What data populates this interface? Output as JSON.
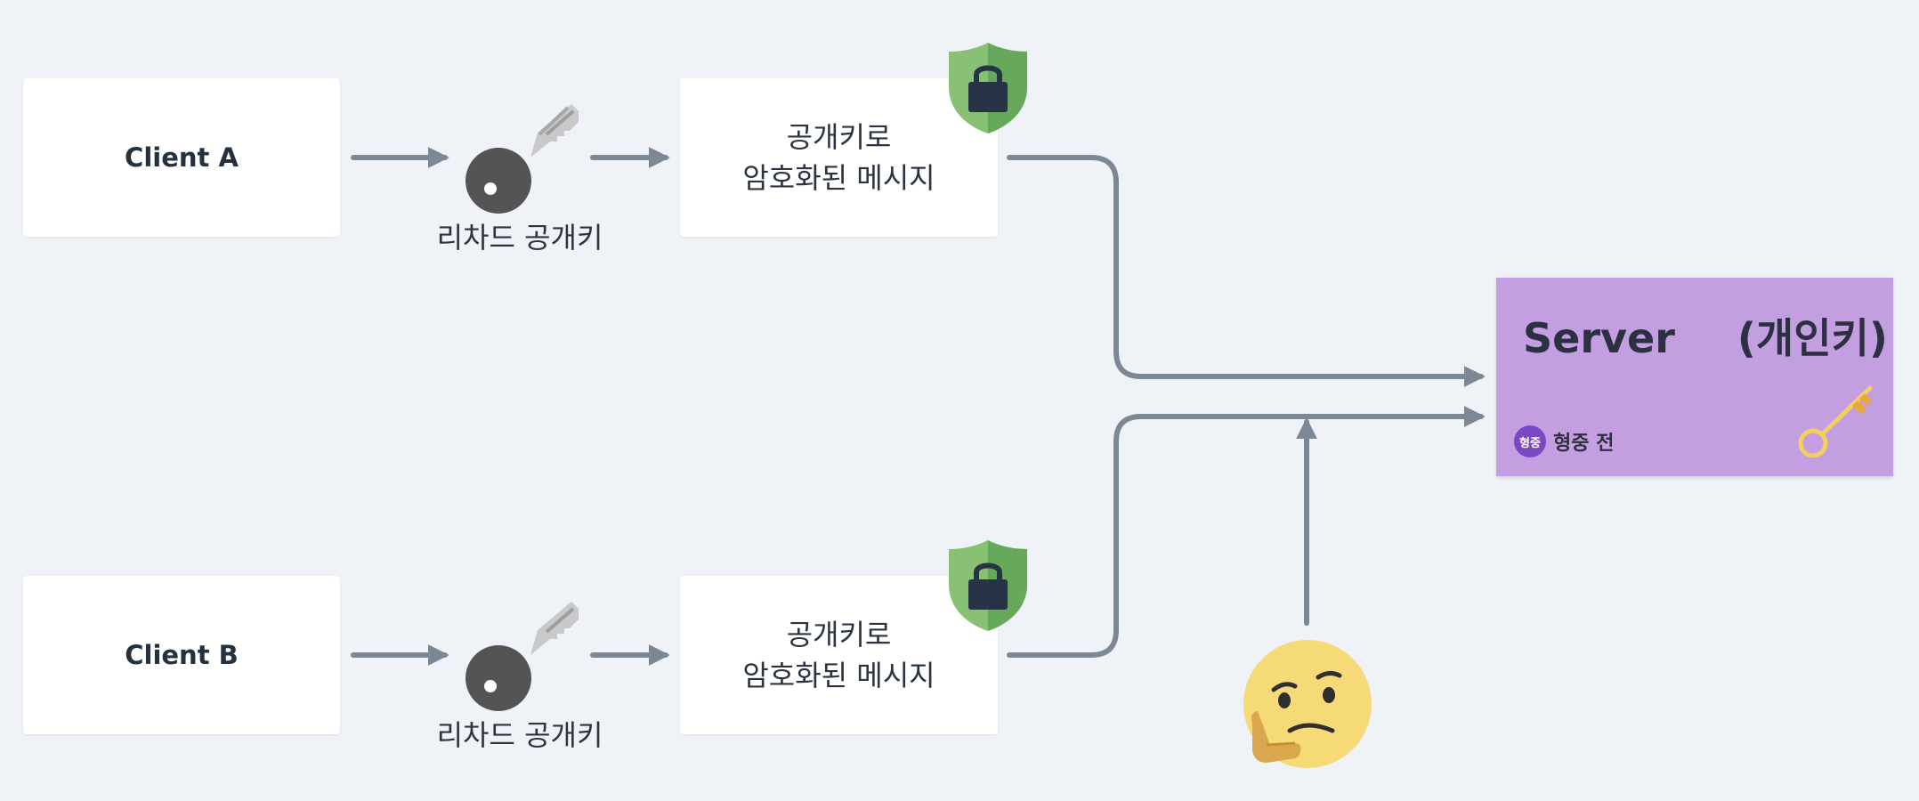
{
  "clients": [
    {
      "label": "Client A"
    },
    {
      "label": "Client B"
    }
  ],
  "key_label": "리차드 공개키",
  "message": {
    "line1": "공개키로",
    "line2": "암호화된 메시지"
  },
  "server": {
    "title": "Server",
    "subtitle": "(개인키)",
    "author_avatar": "형중",
    "author_name": "형중 전"
  },
  "icons": {
    "public_key": "key-icon",
    "encrypted": "shield-lock-icon",
    "private_key": "gold-key-icon",
    "eavesdropper": "thinking-face-emoji"
  },
  "colors": {
    "background": "#eff2f6",
    "connector": "#7d8896",
    "server_note": "#c39fe2",
    "shield": "#6aaf5c",
    "private_key": "#f2cf5e"
  }
}
